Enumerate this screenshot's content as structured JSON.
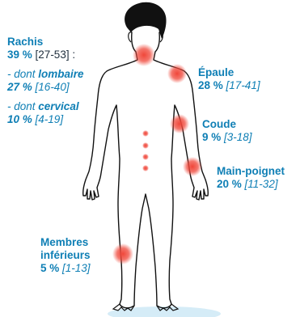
{
  "colors": {
    "label": "#0f7fb5",
    "bracket_dark": "#22313f",
    "spot": "#f0473a",
    "floor": "#d5ecf7"
  },
  "regions": {
    "rachis": {
      "title": "Rachis",
      "pct": "39 %",
      "ci": "[27-53] :",
      "lombaire_prefix": "- dont ",
      "lombaire_word": "lombaire",
      "lombaire_pct": "27 %",
      "lombaire_ci": "[16-40]",
      "cervical_prefix": "- dont ",
      "cervical_word": "cervical",
      "cervical_pct": "10 %",
      "cervical_ci": "[4-19]"
    },
    "epaule": {
      "title": "Épaule",
      "pct": "28 %",
      "ci": "[17-41]"
    },
    "coude": {
      "title": "Coude",
      "pct": "9 %",
      "ci": "[3-18]"
    },
    "main_poignet": {
      "title": "Main-poignet",
      "pct": "20 %",
      "ci": "[11-32]"
    },
    "membres_inferieurs": {
      "title_line1": "Membres",
      "title_line2": "inférieurs",
      "pct": "5 %",
      "ci": "[1-13]"
    }
  }
}
